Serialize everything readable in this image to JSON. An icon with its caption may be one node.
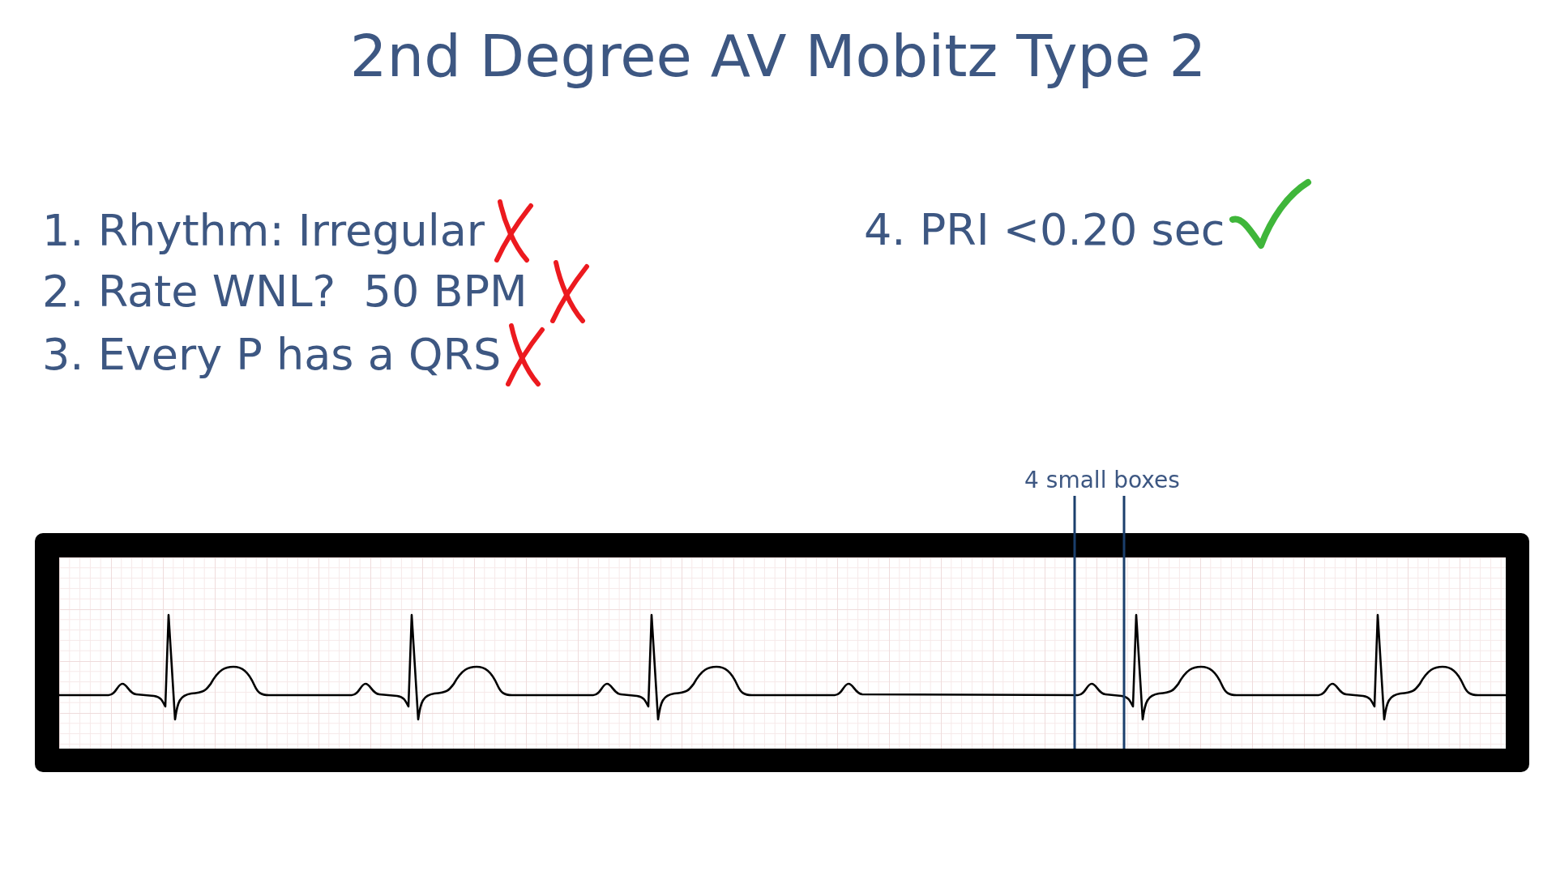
{
  "diagram": {
    "title": "2nd Degree AV Mobitz Type 2",
    "labels": [
      "1. Rhythm: Irregular",
      "2. Rate WNL?  50 BPM",
      "3. Every P has a QRS",
      "4. PRI <0.20 sec",
      "4 small boxes"
    ]
  }
}
